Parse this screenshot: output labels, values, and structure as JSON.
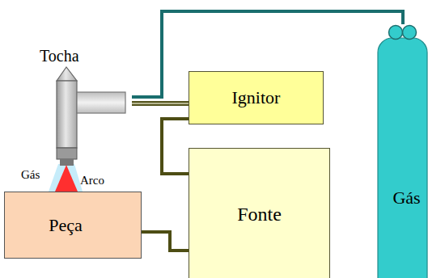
{
  "diagram": {
    "nodes": [
      {
        "text": [
          "Tocha"
        ]
      },
      {
        "text": [
          "Ignitor"
        ]
      },
      {
        "text": [
          "Gás"
        ]
      },
      {
        "text": [
          "Peça"
        ]
      },
      {
        "text": [
          "Fonte"
        ]
      }
    ],
    "edges": [
      {
        "from": 0,
        "to": 2,
        "arrow": "none"
      },
      {
        "from": 0,
        "to": 1,
        "arrow": "none"
      },
      {
        "from": 1,
        "to": 4,
        "arrow": "none"
      },
      {
        "from": 3,
        "to": 4,
        "arrow": "none"
      }
    ],
    "labels": [
      "Gás",
      "Arco"
    ]
  }
}
